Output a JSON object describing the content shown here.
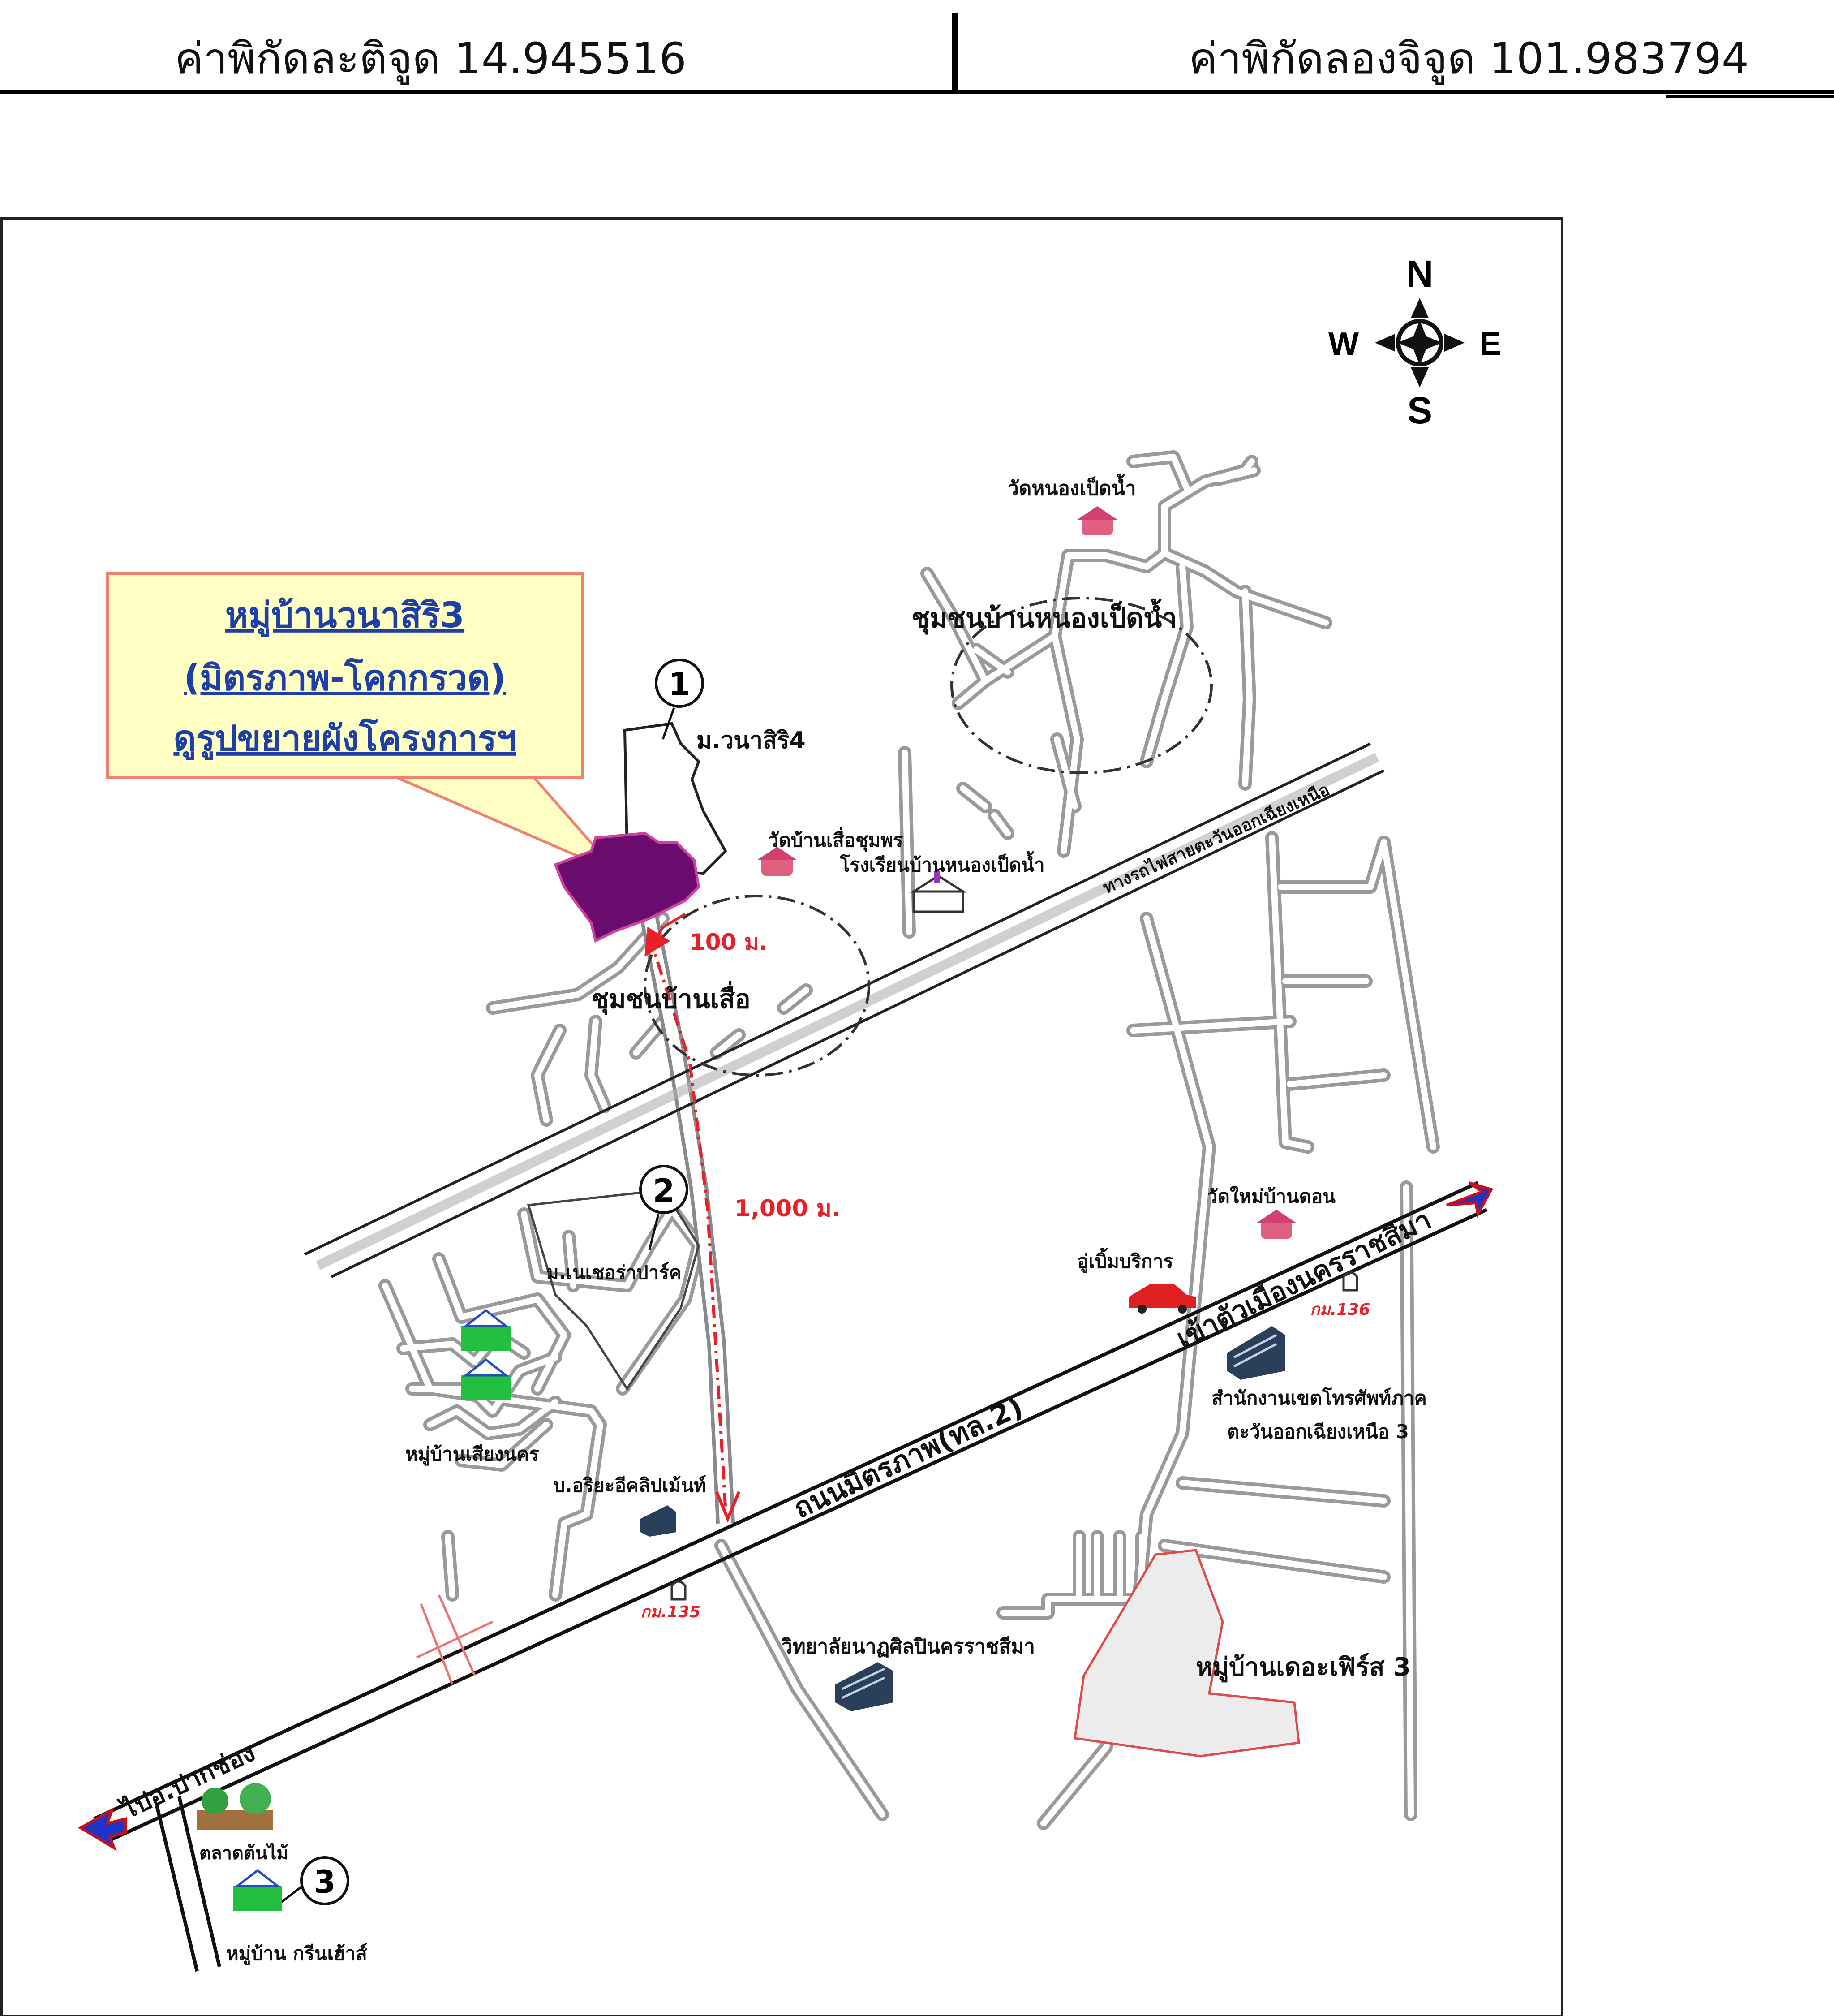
{
  "coordinates": {
    "latitude_label": "ค่าพิกัดละติจูด 14.945516",
    "longitude_label": "ค่าพิกัดลองจิจูด 101.983794"
  },
  "compass": {
    "n": "N",
    "s": "S",
    "e": "E",
    "w": "W"
  },
  "callout": {
    "line1": "หมู่บ้านวนาสิริ3",
    "line2": "(มิตรภาพ-โคกกรวด)",
    "line3": "ดูรูปขยายผังโครงการฯ"
  },
  "markers": {
    "m1": "1",
    "m2": "2",
    "m3": "3"
  },
  "labels": {
    "wat_nong_ped_nam": "วัดหนองเป็ดน้ำ",
    "community_nong_ped_nam": "ชุมชนบ้านหนองเป็ดน้ำ",
    "m_wanasiri4": "ม.วนาสิริ4",
    "wat_ban_suea": "วัดบ้านเสื่อชุมพร",
    "school_nong_ped_nam": "โรงเรียนบ้านหนองเป็ดน้ำ",
    "railway": "ทางรถไฟสายตะวันออกเฉียงเหนือ",
    "dist_100": "100 ม.",
    "community_ban_suea": "ชุมชนบ้านเสื่อ",
    "dist_1000": "1,000 ม.",
    "m_nature_park": "ม.เนเชอร่าปาร์ค",
    "wat_mai_ban_don": "วัดใหม่บ้านดอน",
    "car_service": "อู่เบิ้มบริการ",
    "to_city": "เข้าตัวเมืองนครราชสีมา",
    "km136": "กม.136",
    "tot_office_1": "สำนักงานเขตโทรศัพท์ภาค",
    "tot_office_2": "ตะวันออกเฉียงเหนือ 3",
    "village_siang_nakhon": "หมู่บ้านเสียงนคร",
    "ariya_company": "บ.อริยะอีคลิปเม้นท์",
    "mittraphap_road": "ถนนมิตรภาพ(ทล.2)",
    "km135": "กม.135",
    "art_college": "วิทยาลัยนาฏศิลปินครราชสีมา",
    "village_the_first3": "หมู่บ้านเดอะเฟิร์ส 3",
    "to_pak_chong": "ไปอ.ปากช่อง",
    "tree_market": "ตลาดต้นไม้",
    "village_green_house": "หมู่บ้าน กรีนเฮ้าส์"
  },
  "colors": {
    "project_fill": "#6a0b6e",
    "callout_fill": "#ffffc4",
    "callout_border": "#f08070",
    "callout_text": "#1f3fa8",
    "distance_red": "#e8202a",
    "road_gray": "#a8a8a8",
    "arrow_blue": "#1c35c8"
  }
}
